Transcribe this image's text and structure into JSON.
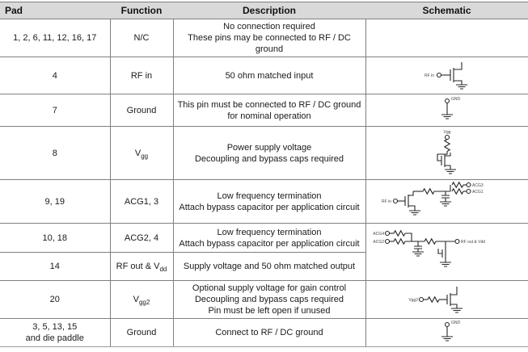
{
  "header": {
    "columns": [
      "Pad",
      "Function",
      "Description",
      "Schematic"
    ]
  },
  "rows": [
    {
      "pad": "1, 2, 6, 11, 12, 16, 17",
      "fn": "N/C",
      "desc": [
        "No connection required",
        "These pins may be connected to RF / DC",
        "ground"
      ]
    },
    {
      "pad": "4",
      "fn": "RF in",
      "desc": [
        "50 ohm matched input"
      ],
      "sch": {
        "in": "RF in"
      }
    },
    {
      "pad": "7",
      "fn": "Ground",
      "desc": [
        "This pin must be connected to RF / DC ground",
        "for nominal operation"
      ],
      "sch": {
        "gnd": "GND"
      }
    },
    {
      "pad": "8",
      "fn": "V",
      "fnsub": "gg",
      "desc": [
        "Power supply voltage",
        "Decoupling and bypass caps required"
      ],
      "sch": {
        "vgg": "Vgg"
      }
    },
    {
      "pad": "9, 19",
      "fn": "ACG1, 3",
      "desc": [
        "Low frequency termination",
        "Attach bypass capacitor per application circuit"
      ],
      "sch": {
        "in": "RF in",
        "top": "ACG3",
        "bot": "ACG1"
      }
    },
    {
      "pad": "10, 18",
      "fn": "ACG2, 4",
      "desc": [
        "Low frequency termination",
        "Attach bypass capacitor per application circuit"
      ],
      "sch": {
        "top": "ACG4",
        "bot": "ACG2",
        "out": "RF out & Vdd"
      }
    },
    {
      "pad": "14",
      "fn": "RF out & V",
      "fnsub": "dd",
      "desc": [
        "Supply voltage and 50 ohm matched output"
      ]
    },
    {
      "pad": "20",
      "fn": "V",
      "fnsub": "gg2",
      "desc": [
        "Optional supply voltage for gain control",
        "Decoupling and bypass caps required",
        "Pin must be left open if unused"
      ],
      "sch": {
        "vgg2": "Vgg2"
      }
    },
    {
      "pad": "3, 5, 13, 15",
      "pad2": "and die paddle",
      "fn": "Ground",
      "desc": [
        "Connect to RF / DC ground"
      ],
      "sch": {
        "gnd": "GND"
      }
    }
  ]
}
